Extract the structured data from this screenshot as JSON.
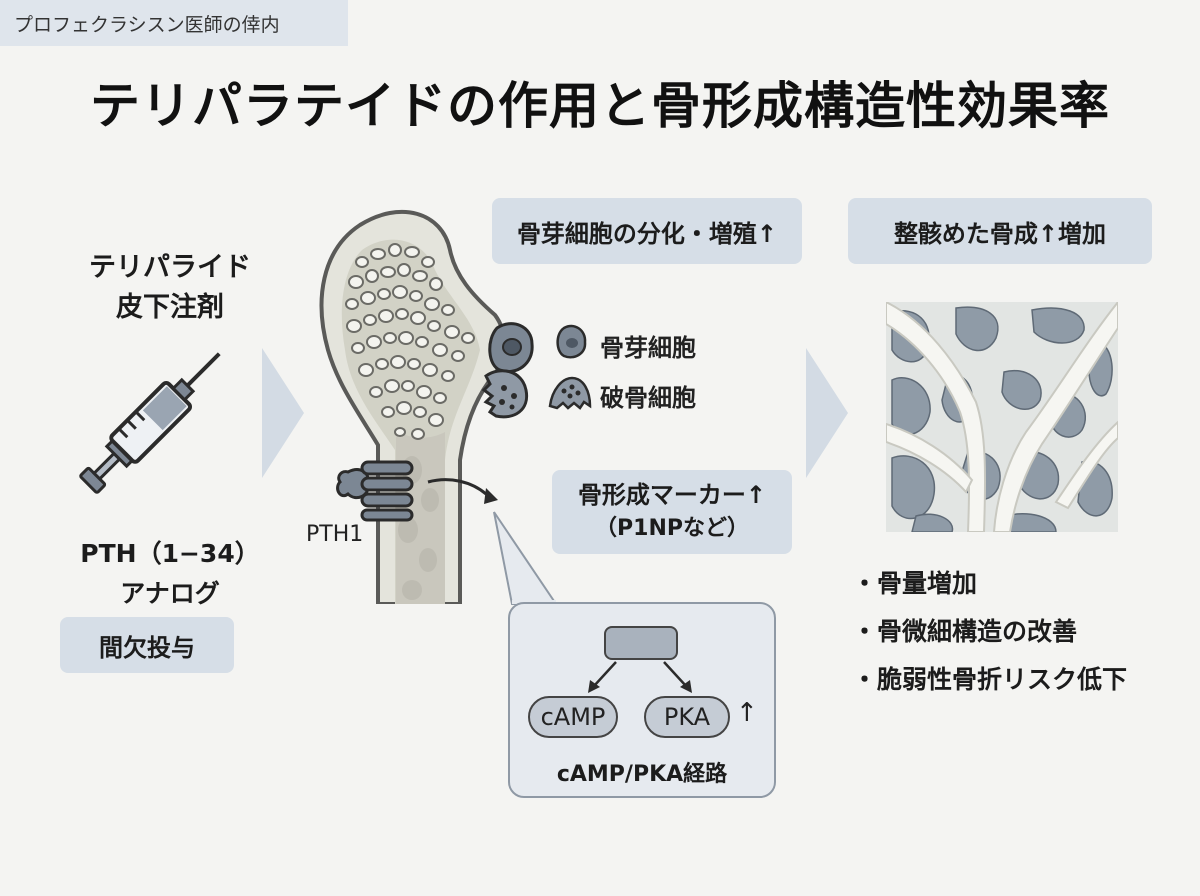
{
  "header_tag": "プロフェクラシスン医師の倖内",
  "title": "テリパラテイドの作用と骨形成構造性効果率",
  "left": {
    "drug_line1": "テリパライド",
    "drug_line2": "皮下注剤",
    "pth_line1": "PTH（1−34）",
    "pth_line2": "アナログ",
    "dosing_chip": "間欠投与"
  },
  "center": {
    "receptor_label": "PTH1",
    "osteoblast_chip": "骨芽細胞の分化・増殖↑",
    "legend_osteoblast": "骨芽細胞",
    "legend_osteoclast": "破骨細胞",
    "marker_line1": "骨形成マーカー↑",
    "marker_line2": "（P1NPなど）",
    "pathway": {
      "camp": "cAMP",
      "pka": "PKA",
      "up_arrow": "↑",
      "caption": "cAMP/PKA経路"
    }
  },
  "right": {
    "chip": "整骸めた骨成↑増加",
    "bullets": [
      "・骨量増加",
      "・骨微細構造の改善",
      "・脆弱性骨折リスク低下"
    ]
  },
  "colors": {
    "chip_bg": "#d6dee7",
    "bone_fill": "#e4e4dc",
    "bone_outline": "#5a5a58",
    "cell_gray": "#7c8794",
    "arrow_gray": "#d3dbe4"
  }
}
